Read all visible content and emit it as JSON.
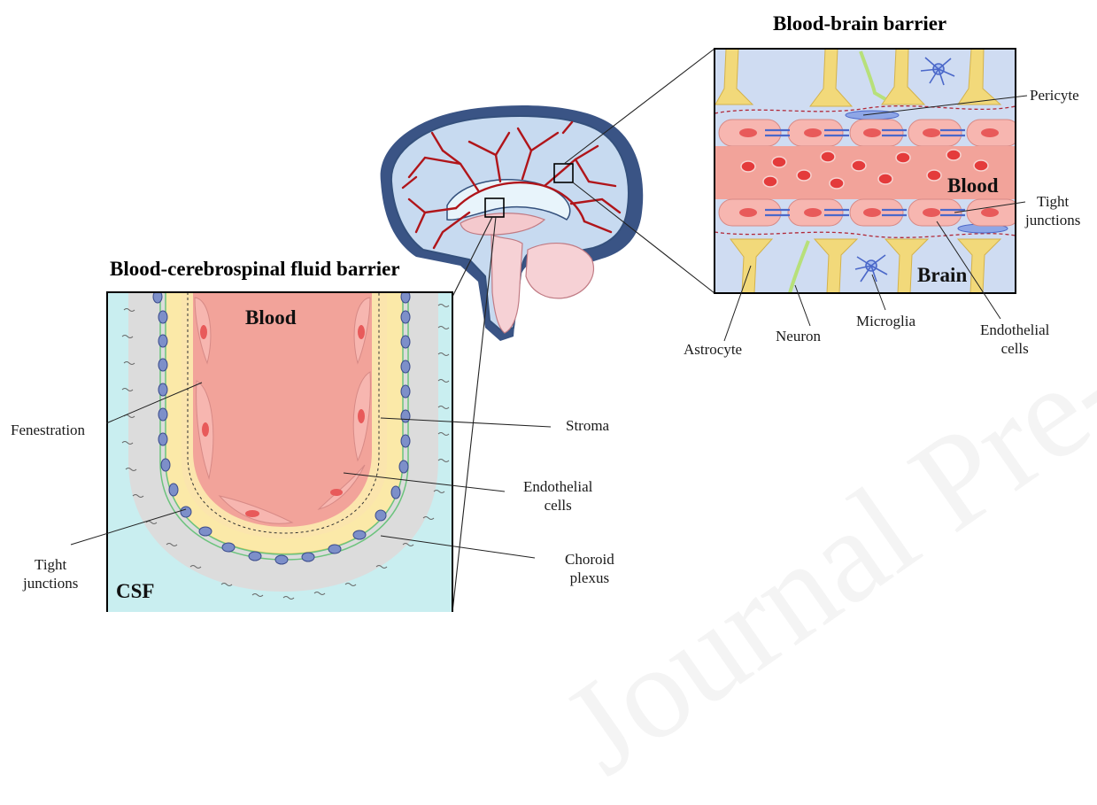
{
  "titles": {
    "bbb": "Blood-brain barrier",
    "bcsfb": "Blood-cerebrospinal fluid barrier"
  },
  "bbb_panel": {
    "blood": "Blood",
    "brain": "Brain",
    "pericyte": "Pericyte",
    "tight_junctions": "Tight\njunctions",
    "endothelial_cells": "Endothelial\ncells",
    "microglia": "Microglia",
    "neuron": "Neuron",
    "astrocyte": "Astrocyte"
  },
  "bcsfb_panel": {
    "blood": "Blood",
    "csf": "CSF",
    "fenestration": "Fenestration",
    "stroma": "Stroma",
    "endothelial_cells": "Endothelial\ncells",
    "choroid_plexus": "Choroid\nplexus",
    "tight_junctions": "Tight\njunctions"
  },
  "watermark": "Journal Pre-proof",
  "colors": {
    "panel_bg_bbb": "#cfdcf2",
    "panel_bg_csf": "#c9eef0",
    "blood_red": "#f2a39a",
    "endothelial": "#f7b6b0",
    "astrocyte": "#f2d97a",
    "neuron": "#b7e07a",
    "junction_blue": "#4b68c9",
    "vessel_red": "#b0151a",
    "brain_blue": "#c7daf0",
    "skull": "#3a5485"
  }
}
